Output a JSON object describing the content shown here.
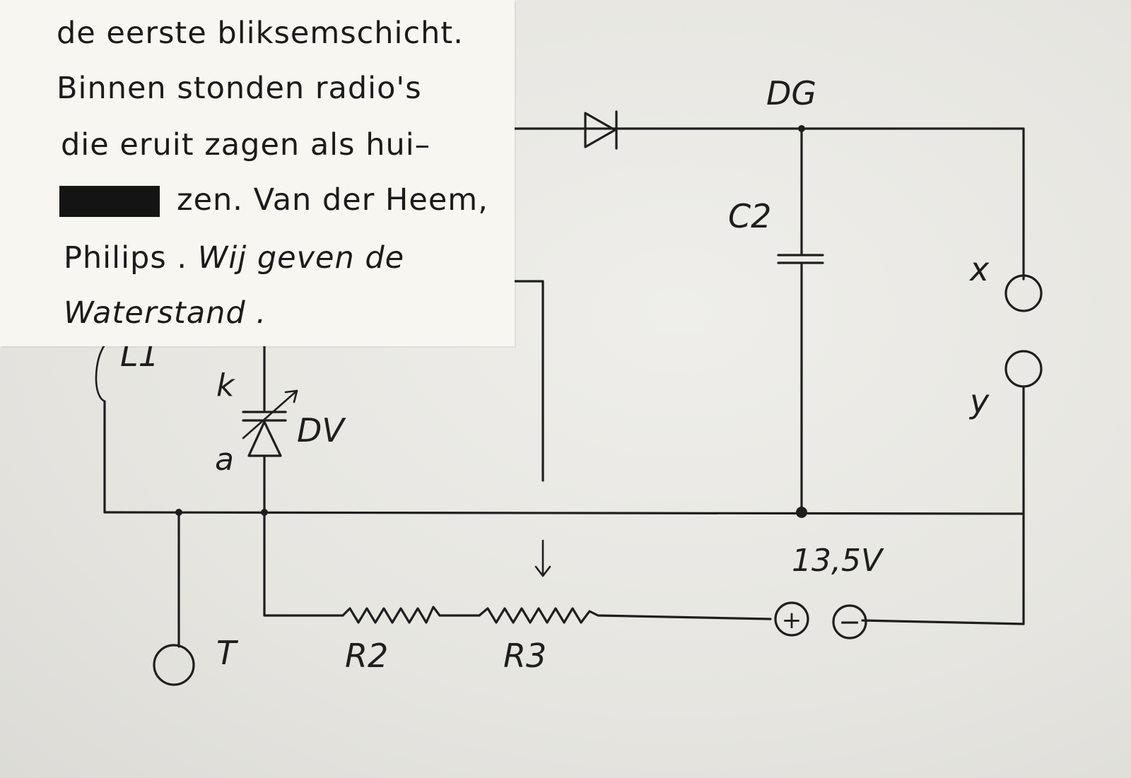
{
  "note": {
    "line1": "de eerste bliksemschicht.",
    "line2": "Binnen stonden radio's",
    "line3": "die eruit zagen als hui–",
    "line4_after_redaction": "zen. Van der Heem,",
    "line5_plain": "Philips .",
    "line5_italic": "Wij geven de",
    "line6": "Waterstand ."
  },
  "schematic": {
    "labels": {
      "dg": "DG",
      "c2": "C2",
      "x": "x",
      "y": "y",
      "l1": "L1",
      "k": "k",
      "dv": "DV",
      "a": "a",
      "voltage": "13,5V",
      "t": "T",
      "r2": "R2",
      "r3": "R3",
      "plus": "+",
      "minus": "−"
    }
  }
}
